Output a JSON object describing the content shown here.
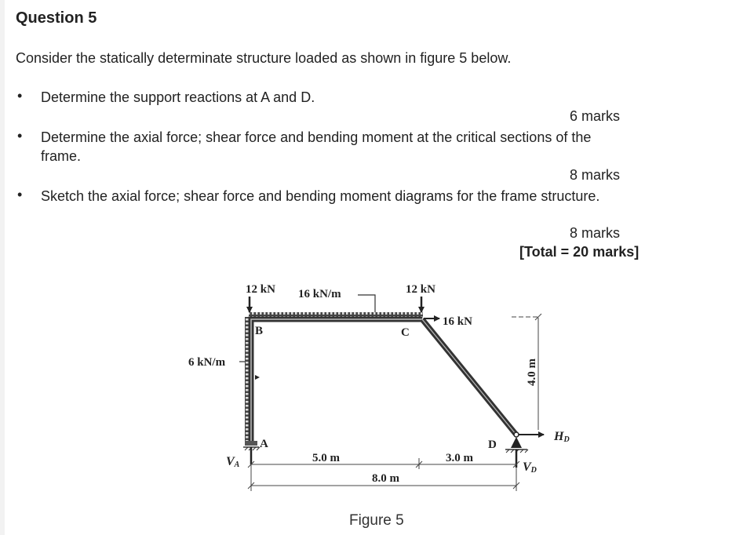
{
  "question": {
    "title": "Question 5",
    "intro": "Consider the statically determinate structure loaded as shown in figure 5 below.",
    "items": [
      {
        "bullet": "•",
        "text": "Determine the support reactions at A and D.",
        "marks": "6 marks"
      },
      {
        "bullet": "•",
        "text_line1": "Determine the axial force; shear force and bending moment at the critical sections of the",
        "text_line2": "frame.",
        "marks": "8 marks"
      },
      {
        "bullet": "•",
        "text": "Sketch the axial force; shear force and bending moment diagrams for the frame structure.",
        "marks": "8 marks"
      }
    ],
    "total": "[Total = 20 marks]"
  },
  "figure": {
    "caption": "Figure 5",
    "nodes": {
      "A": "A",
      "B": "B",
      "C": "C",
      "D": "D"
    },
    "loads": {
      "point_B": "12 kN",
      "udl_BC": "16 kN/m",
      "point_C_vertical": "12 kN",
      "point_C_horizontal": "16 kN",
      "udl_AB": "6 kN/m"
    },
    "reactions": {
      "VA_main": "V",
      "VA_sub": "A",
      "VD_main": "V",
      "VD_sub": "D",
      "HD_main": "H",
      "HD_sub": "D"
    },
    "dimensions": {
      "span_AC": "5.0 m",
      "span_CD": "3.0 m",
      "span_total": "8.0 m",
      "height": "4.0 m"
    }
  }
}
